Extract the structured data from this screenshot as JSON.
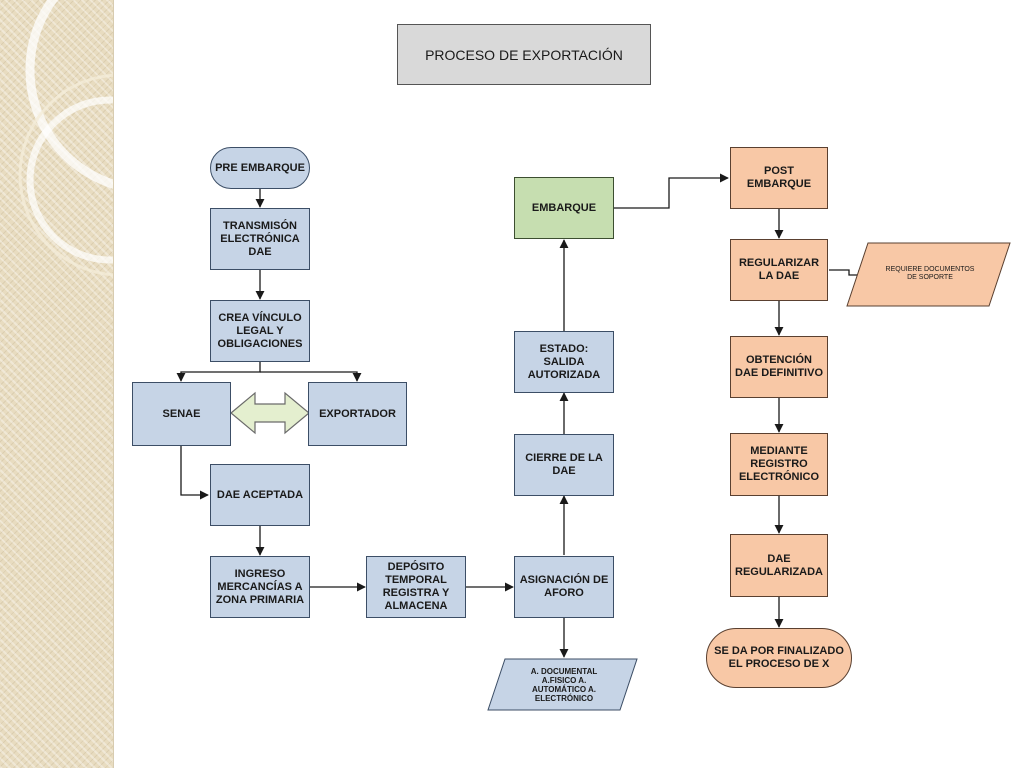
{
  "title": "PROCESO DE EXPORTACIÓN",
  "nodes": {
    "pre_embarque": "PRE EMBARQUE",
    "transmision": "TRANSMISÓN ELECTRÓNICA DAE",
    "crea_vinculo": "CREA VÍNCULO LEGAL Y OBLIGACIONES",
    "senae": "SENAE",
    "exportador": "EXPORTADOR",
    "dae_aceptada": "DAE ACEPTADA",
    "ingreso": "INGRESO MERCANCÍAS A ZONA PRIMARIA",
    "deposito": "DEPÓSITO TEMPORAL REGISTRA Y ALMACENA",
    "asignacion": "ASIGNACIÓN DE AFORO",
    "aforo_tipos": "A. DOCUMENTAL A.FISICO A. AUTOMÁTICO A. ELECTRÓNICO",
    "cierre": "CIERRE DE LA DAE",
    "estado": "ESTADO: SALIDA AUTORIZADA",
    "embarque": "EMBARQUE",
    "post_embarque": "POST EMBARQUE",
    "regularizar": "REGULARIZAR LA DAE",
    "requiere": "REQUIERE DOCUMENTOS DE SOPORTE",
    "obtencion": "OBTENCIÓN DAE DEFINITIVO",
    "mediante": "MEDIANTE REGISTRO ELECTRÓNICO",
    "dae_regularizada": "DAE REGULARIZADA",
    "finalizado": "SE DA POR FINALIZADO EL PROCESO DE X"
  },
  "colors": {
    "blue_fill": "#c6d4e6",
    "orange_fill": "#f8c8a6",
    "green_fill": "#c6deb0",
    "title_fill": "#d9d9d9",
    "arrow_fill": "#e4efcf"
  }
}
